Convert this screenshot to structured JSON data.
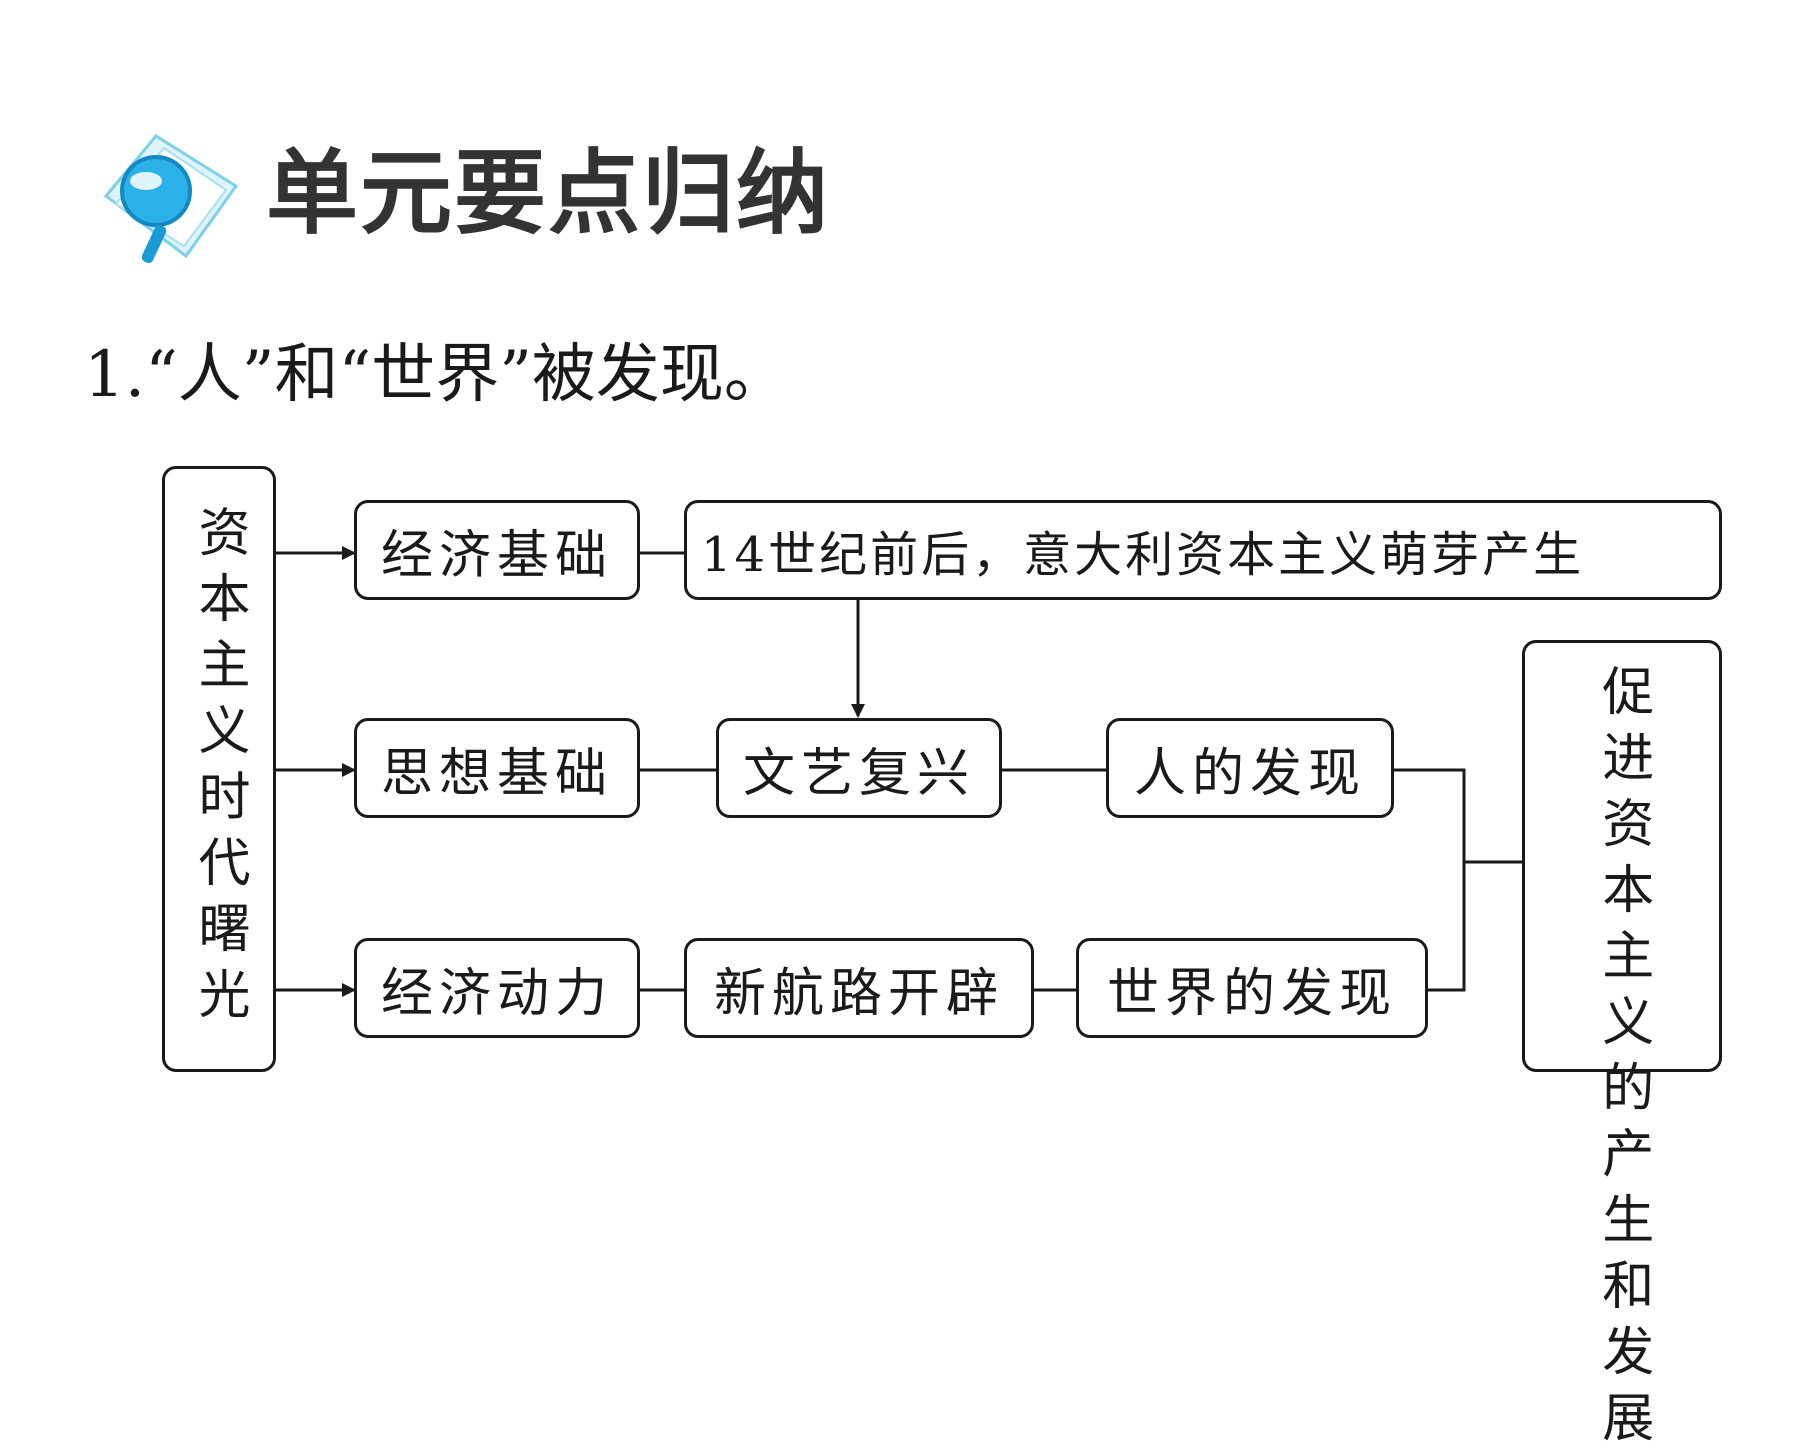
{
  "header": {
    "title": "单元要点归纳",
    "icon": "magnifier-icon"
  },
  "section": {
    "title": "1.“人”和“世界”被发现。"
  },
  "diagram": {
    "root": "资本主义时代曙光",
    "economic_base": "经济基础",
    "economic_base_detail": "14世纪前后，意大利资本主义萌芽产生",
    "ideological_base": "思想基础",
    "renaissance": "文艺复兴",
    "discovery_of_man": "人的发现",
    "economic_drive": "经济动力",
    "new_routes": "新航路开辟",
    "discovery_of_world": "世界的发现",
    "result": "促进资本主义的产生和发展"
  }
}
